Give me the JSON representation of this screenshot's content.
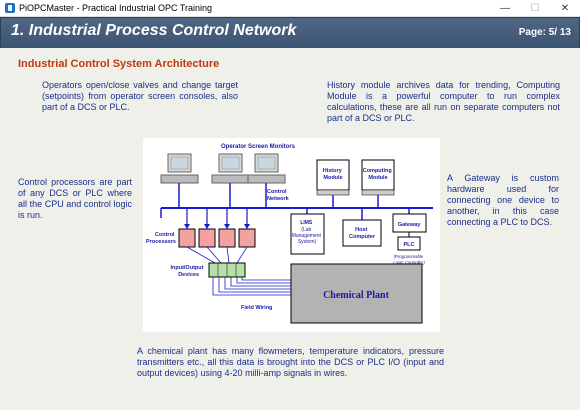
{
  "window": {
    "title": "PiOPCMaster - Practical Industrial OPC Training",
    "controls": [
      "—",
      "☐",
      "✕"
    ]
  },
  "header": {
    "title": "1. Industrial Process Control Network",
    "page": "Page:  5/ 13"
  },
  "section_title": "Industrial Control System Architecture",
  "text_blocks": {
    "operators": "Operators open/close valves and change target (setpoints) from operator screen consoles, also part of a DCS or PLC.",
    "history": "History module archives data for trending, Computing Module is a powerful computer to run complex calculations, these are all run on separate computers not part of a DCS or PLC.",
    "control": "Control processors are part of any DCS or PLC where all the CPU and control logic is run.",
    "gateway": "A Gateway is custom hardware used for connecting one device to another, in this case connecting a PLC to DCS.",
    "plant": "A chemical plant has many flowmeters, temperature indicators, pressure transmitters etc., all this data is brought into the DCS or PLC I/O (input and output devices) using 4-20 milli-amp signals in wires."
  },
  "diagram": {
    "operator_monitors": "Operator Screen Monitors",
    "control_network": [
      "Control",
      "Network"
    ],
    "history_module": [
      "History",
      "Module"
    ],
    "computing_module": [
      "Computing",
      "Module"
    ],
    "lims": [
      "LIMS",
      "(Lab",
      "Management",
      "System)"
    ],
    "host_computer": [
      "Host",
      "Computer"
    ],
    "gateway": "Gateway",
    "plc": "PLC",
    "plc_note": [
      "(Programmable",
      "Logic Controller)"
    ],
    "control_processors": [
      "Control",
      "Processors"
    ],
    "io_devices": [
      "Input/Output",
      "Devices"
    ],
    "chemical_plant": "Chemical Plant",
    "field_wiring": "Field Wiring",
    "colors": {
      "network": "#1a1ad0",
      "processor": "#f2a2a2",
      "io": "#b7e0a8",
      "plant": "#b3b3b3",
      "label": "#1a1aa0"
    }
  }
}
